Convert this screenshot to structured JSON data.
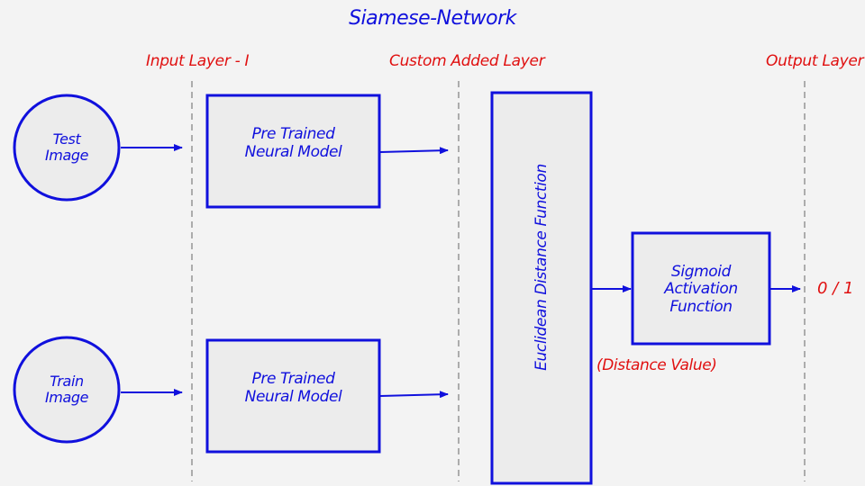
{
  "title": "Siamese-Network",
  "layers": {
    "input": "Input Layer - I",
    "custom": "Custom Added Layer",
    "output": "Output Layer"
  },
  "inputs": {
    "test": {
      "line1": "Test",
      "line2": "Image"
    },
    "train": {
      "line1": "Train",
      "line2": "Image"
    }
  },
  "models": {
    "top": {
      "line1": "Pre Trained",
      "line2": "Neural Model"
    },
    "bottom": {
      "line1": "Pre Trained",
      "line2": "Neural Model"
    }
  },
  "distance_function": "Euclidean Distance Function",
  "distance_value": "(Distance Value)",
  "sigmoid": {
    "line1": "Sigmoid",
    "line2": "Activation",
    "line3": "Function"
  },
  "output_value": "0 / 1",
  "colors": {
    "node_blue": "#1010dd",
    "label_red": "#e01010",
    "box_fill": "#ececec",
    "background": "#f3f3f3",
    "divider": "#666666"
  }
}
